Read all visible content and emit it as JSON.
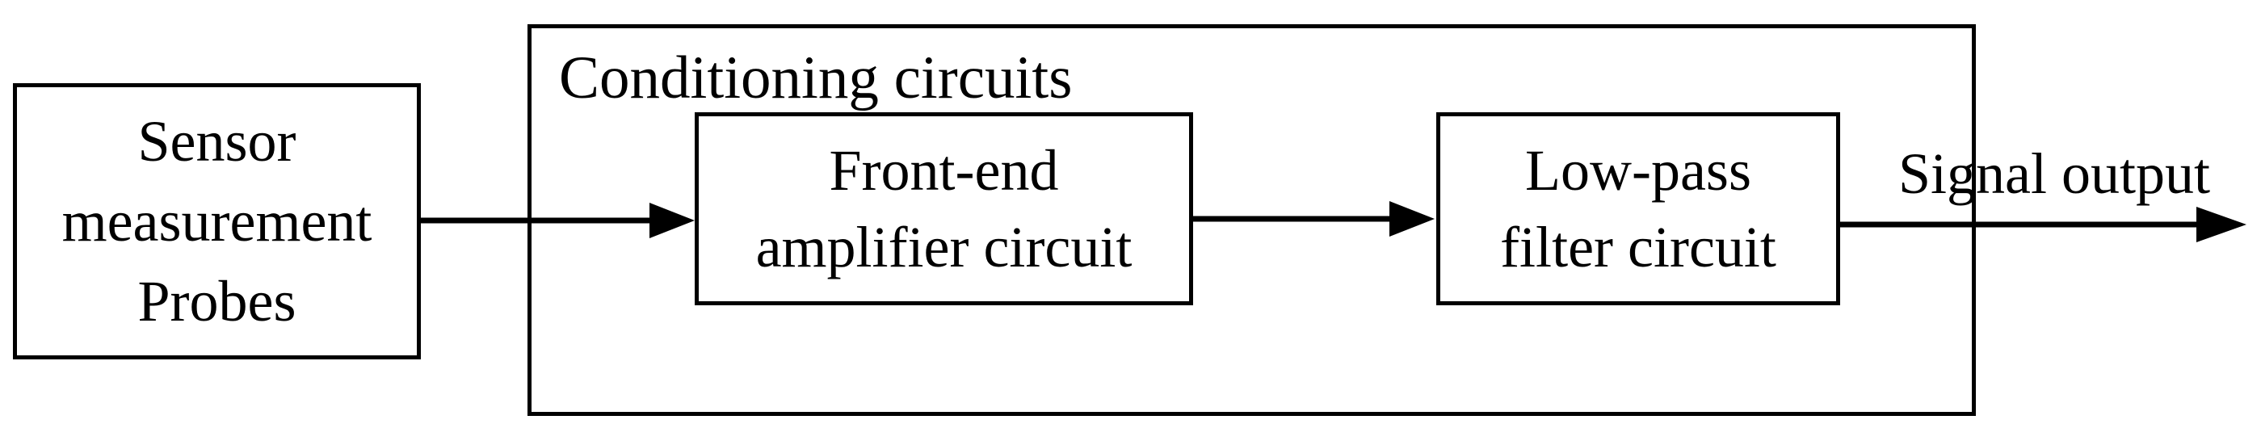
{
  "diagram": {
    "title": "Sensor signal conditioning block diagram",
    "colors": {
      "background": "#ffffff",
      "line": "#000000",
      "text": "#000000"
    },
    "blocks": {
      "sensor": {
        "lines": [
          "Sensor",
          "measurement",
          "Probes"
        ],
        "full_label": "Sensor measurement Probes"
      },
      "conditioning_group": {
        "label": "Conditioning circuits"
      },
      "front_end": {
        "lines": [
          "Front-end",
          "amplifier circuit"
        ],
        "full_label": "Front-end amplifier circuit"
      },
      "low_pass": {
        "lines": [
          "Low-pass",
          "filter circuit"
        ],
        "full_label": "Low-pass filter circuit"
      }
    },
    "output_label": "Signal output",
    "arrows": [
      {
        "from": "Sensor measurement Probes",
        "to": "Front-end amplifier circuit"
      },
      {
        "from": "Front-end amplifier circuit",
        "to": "Low-pass filter circuit"
      },
      {
        "from": "Low-pass filter circuit",
        "to": "Signal output"
      }
    ]
  }
}
